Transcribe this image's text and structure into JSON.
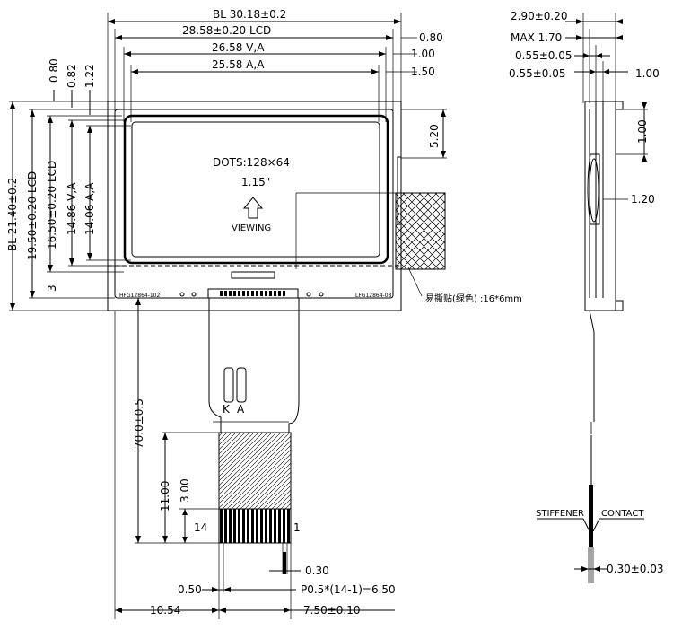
{
  "front": {
    "width_dims": {
      "bl": "BL  30.18±0.2",
      "lcd": "28.58±0.20  LCD",
      "va": "26.58  V,A",
      "aa": "25.58  A,A",
      "right_0_80": "0.80",
      "right_1_00": "1.00",
      "right_1_50": "1.50"
    },
    "top_offsets": [
      "0.80",
      "0.82",
      "1.22"
    ],
    "height_dims": {
      "bl": "BL  21.40±0.2",
      "lcd": "19.50±0.20  LCD",
      "active": "16.50±0.20  LCD",
      "va": "14.86  V,A",
      "aa": "14.06  A,A",
      "bottom": "3"
    },
    "right_dim": "5.20",
    "screen": {
      "dots": "DOTS:128×64",
      "size": "1.15\"",
      "viewing": "VIEWING"
    },
    "part_left": "HFG12864-102",
    "part_right": "LFG12864-08",
    "sticker_note": "易撕贴(绿色) :16*6mm",
    "fpc": {
      "k": "K",
      "a": "A",
      "length": "70.0±0.5",
      "stiffener_len": "11.00",
      "pin_len": "3.00",
      "pin_first": "14",
      "pin_last": "1",
      "pin_width": "0.30",
      "pin_margin": "0.50",
      "pitch": "P0.5*(14-1)=6.50",
      "offset": "10.54",
      "width": "7.50±0.10"
    }
  },
  "side": {
    "dims": {
      "total": "2.90±0.20",
      "max": "MAX  1.70",
      "d1": "0.55±0.05",
      "d2": "0.55±0.05",
      "d3": "1.00",
      "d4": "1.00",
      "d5": "1.20"
    },
    "stiffener": "STIFFENER",
    "contact": "CONTACT",
    "thickness": "0.30±0.03"
  }
}
